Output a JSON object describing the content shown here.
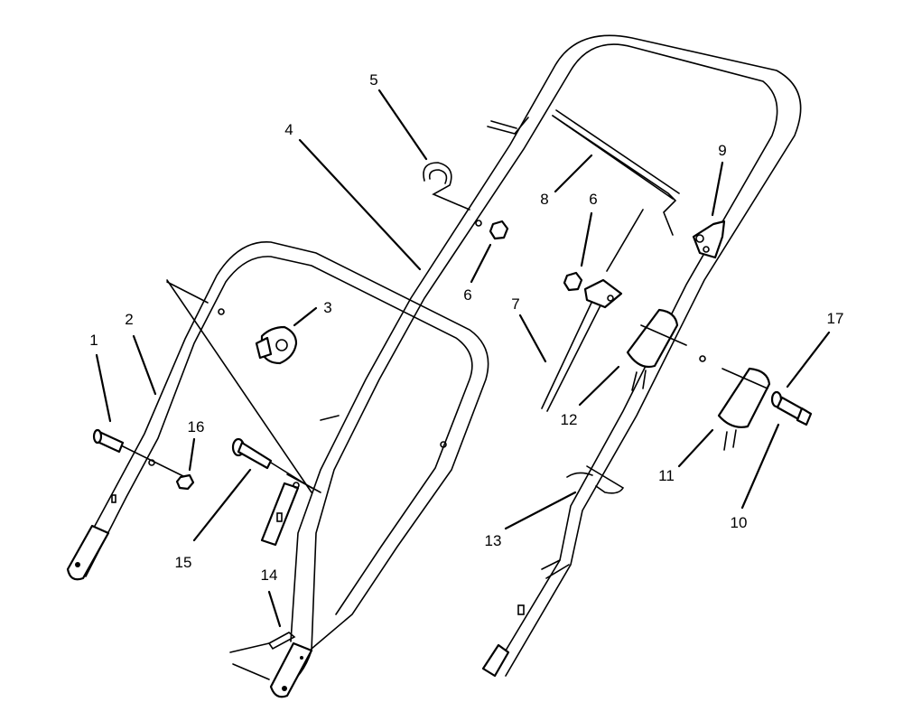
{
  "callouts": [
    "1",
    "2",
    "3",
    "4",
    "5",
    "6",
    "6",
    "7",
    "8",
    "9",
    "10",
    "11",
    "12",
    "13",
    "14",
    "15",
    "16",
    "17"
  ]
}
